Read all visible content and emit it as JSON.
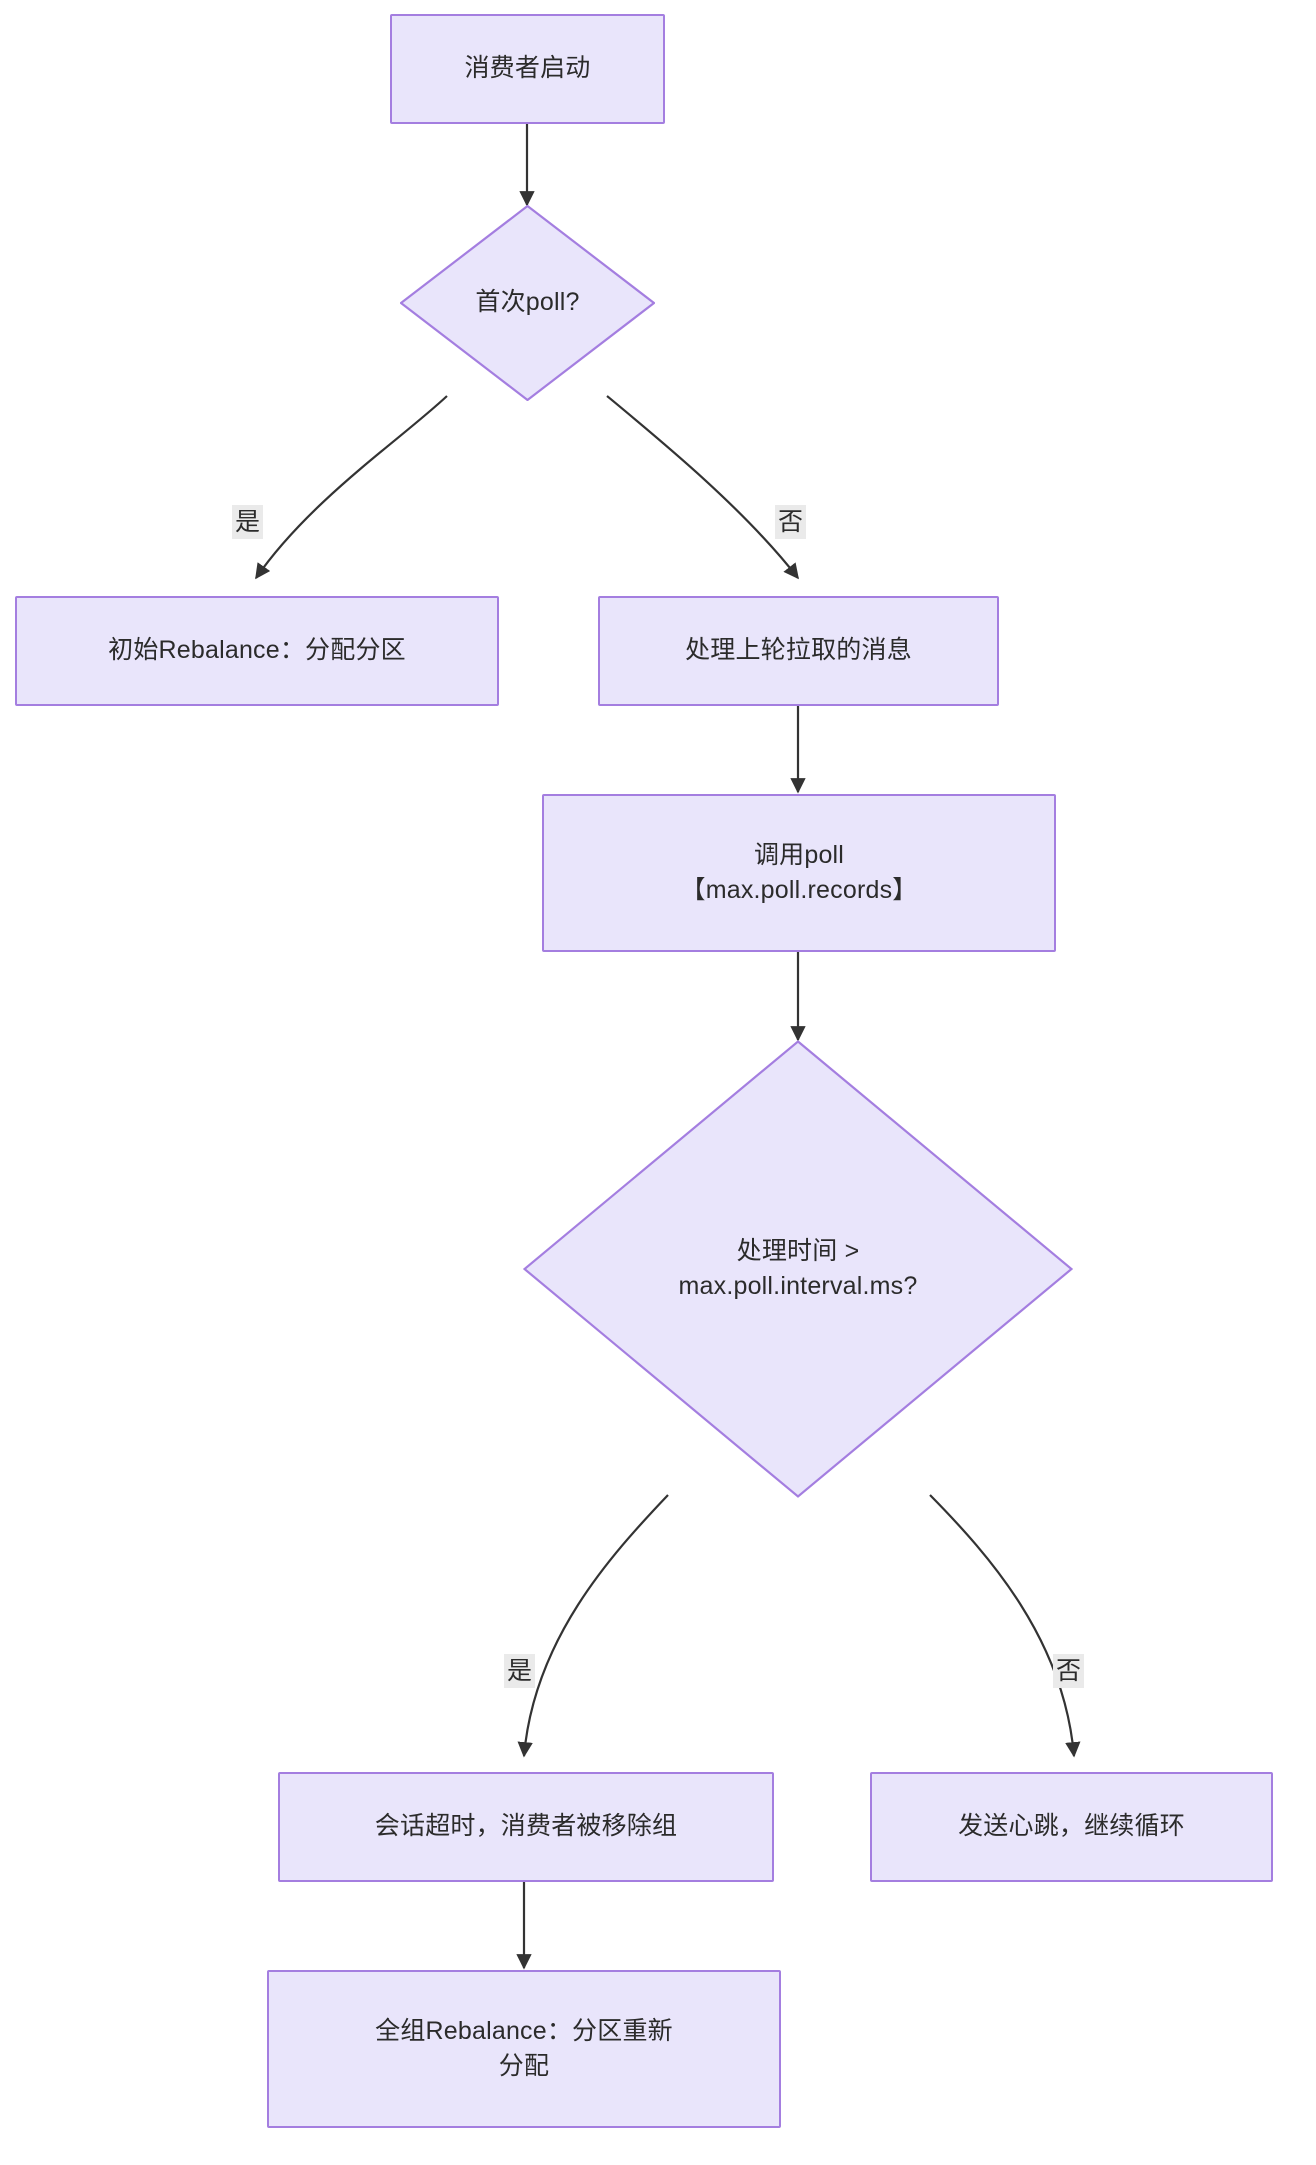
{
  "diagram": {
    "type": "flowchart",
    "direction": "top-down",
    "title": "Kafka consumer poll / rebalance flowchart",
    "theme": {
      "node_fill": "#e9e5fb",
      "node_stroke": "#a47ee0",
      "edge_stroke": "#333333",
      "text_color": "#2b2b2b",
      "edge_label_bg": "#eaeaea",
      "canvas_bg": "#ffffff"
    },
    "nodes": [
      {
        "id": "start",
        "shape": "rect",
        "lines": [
          "消费者启动"
        ]
      },
      {
        "id": "first_poll",
        "shape": "diamond",
        "lines": [
          "首次poll?"
        ]
      },
      {
        "id": "init_rebalance",
        "shape": "rect",
        "lines": [
          "初始Rebalance：分配分区"
        ]
      },
      {
        "id": "process_prev",
        "shape": "rect",
        "lines": [
          "处理上轮拉取的消息"
        ]
      },
      {
        "id": "call_poll",
        "shape": "rect",
        "lines": [
          "调用poll",
          "【max.poll.records】"
        ]
      },
      {
        "id": "time_check",
        "shape": "diamond",
        "lines": [
          "处理时间 >",
          "max.poll.interval.ms?"
        ]
      },
      {
        "id": "session_timeout",
        "shape": "rect",
        "lines": [
          "会话超时，消费者被移除组"
        ]
      },
      {
        "id": "heartbeat",
        "shape": "rect",
        "lines": [
          "发送心跳，继续循环"
        ]
      },
      {
        "id": "group_rebalance",
        "shape": "rect",
        "lines": [
          "全组Rebalance：分区重新",
          "分配"
        ]
      }
    ],
    "edges": [
      {
        "from": "start",
        "to": "first_poll",
        "label": ""
      },
      {
        "from": "first_poll",
        "to": "init_rebalance",
        "label": "是"
      },
      {
        "from": "first_poll",
        "to": "process_prev",
        "label": "否"
      },
      {
        "from": "process_prev",
        "to": "call_poll",
        "label": ""
      },
      {
        "from": "call_poll",
        "to": "time_check",
        "label": ""
      },
      {
        "from": "time_check",
        "to": "session_timeout",
        "label": "是"
      },
      {
        "from": "time_check",
        "to": "heartbeat",
        "label": "否"
      },
      {
        "from": "session_timeout",
        "to": "group_rebalance",
        "label": ""
      }
    ],
    "edge_labels": {
      "first_poll_yes": "是",
      "first_poll_no": "否",
      "time_check_yes": "是",
      "time_check_no": "否"
    }
  }
}
